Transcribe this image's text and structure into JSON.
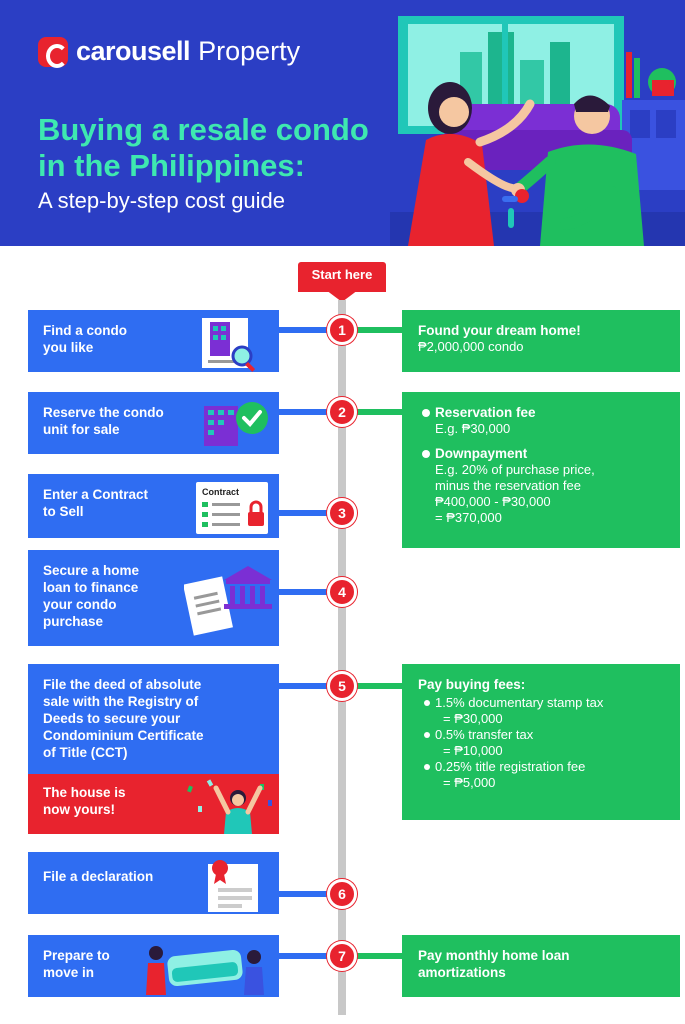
{
  "header": {
    "brand": "carousell",
    "brand_suffix": "Property",
    "title_line1": "Buying a resale condo",
    "title_line2": "in the Philippines:",
    "subtitle": "A step-by-step cost guide"
  },
  "timeline": {
    "start_label": "Start here"
  },
  "steps": [
    {
      "number": "1",
      "label_lines": [
        "Find a condo",
        "you like"
      ]
    },
    {
      "number": "2",
      "label_lines": [
        "Reserve the condo",
        "unit for sale"
      ]
    },
    {
      "number": "3",
      "label_lines": [
        "Enter a Contract",
        "to Sell"
      ],
      "icon_text": "Contract"
    },
    {
      "number": "4",
      "label_lines": [
        "Secure a home",
        "loan to finance",
        "your condo",
        "purchase"
      ]
    },
    {
      "number": "5",
      "label_lines": [
        "File the deed of absolute",
        "sale with the Registry of",
        "Deeds to secure your",
        "Condominium Certificate",
        "of Title (CCT)"
      ]
    },
    {
      "number": "6",
      "label_lines": [
        "File a declaration"
      ]
    },
    {
      "number": "7",
      "label_lines": [
        "Prepare to",
        "move in"
      ]
    }
  ],
  "house_yours": [
    "The house is",
    "now yours!"
  ],
  "costs": {
    "c1": {
      "title": "Found your dream home!",
      "text": "₱2,000,000 condo"
    },
    "c2": {
      "b1_title": "Reservation fee",
      "b1_text": "E.g. ₱30,000",
      "b2_title": "Downpayment",
      "b2_lines": [
        "E.g. 20% of purchase price,",
        "minus the reservation fee",
        "₱400,000 - ₱30,000",
        "= ₱370,000"
      ]
    },
    "c5": {
      "title": "Pay buying fees:",
      "items": [
        {
          "label": "1.5% documentary stamp tax",
          "value": "= ₱30,000"
        },
        {
          "label": "0.5% transfer tax",
          "value": "= ₱10,000"
        },
        {
          "label": "0.25% title registration fee",
          "value": "= ₱5,000"
        }
      ]
    },
    "c7": {
      "title_lines": [
        "Pay monthly home loan",
        "amortizations"
      ]
    }
  },
  "colors": {
    "header_bg": "#2b3ec4",
    "title": "#3ee8b0",
    "step_blue": "#2f6df2",
    "cost_green": "#1fbf5f",
    "accent_red": "#e8232e",
    "spine": "#c8c8c8"
  },
  "icons": [
    "carousell-logo-icon",
    "couple-keys-illustration",
    "condo-search-icon",
    "building-check-icon",
    "contract-lock-icon",
    "bank-document-icon",
    "celebrating-person-icon",
    "certificate-icon",
    "couple-moving-sofa-icon"
  ]
}
